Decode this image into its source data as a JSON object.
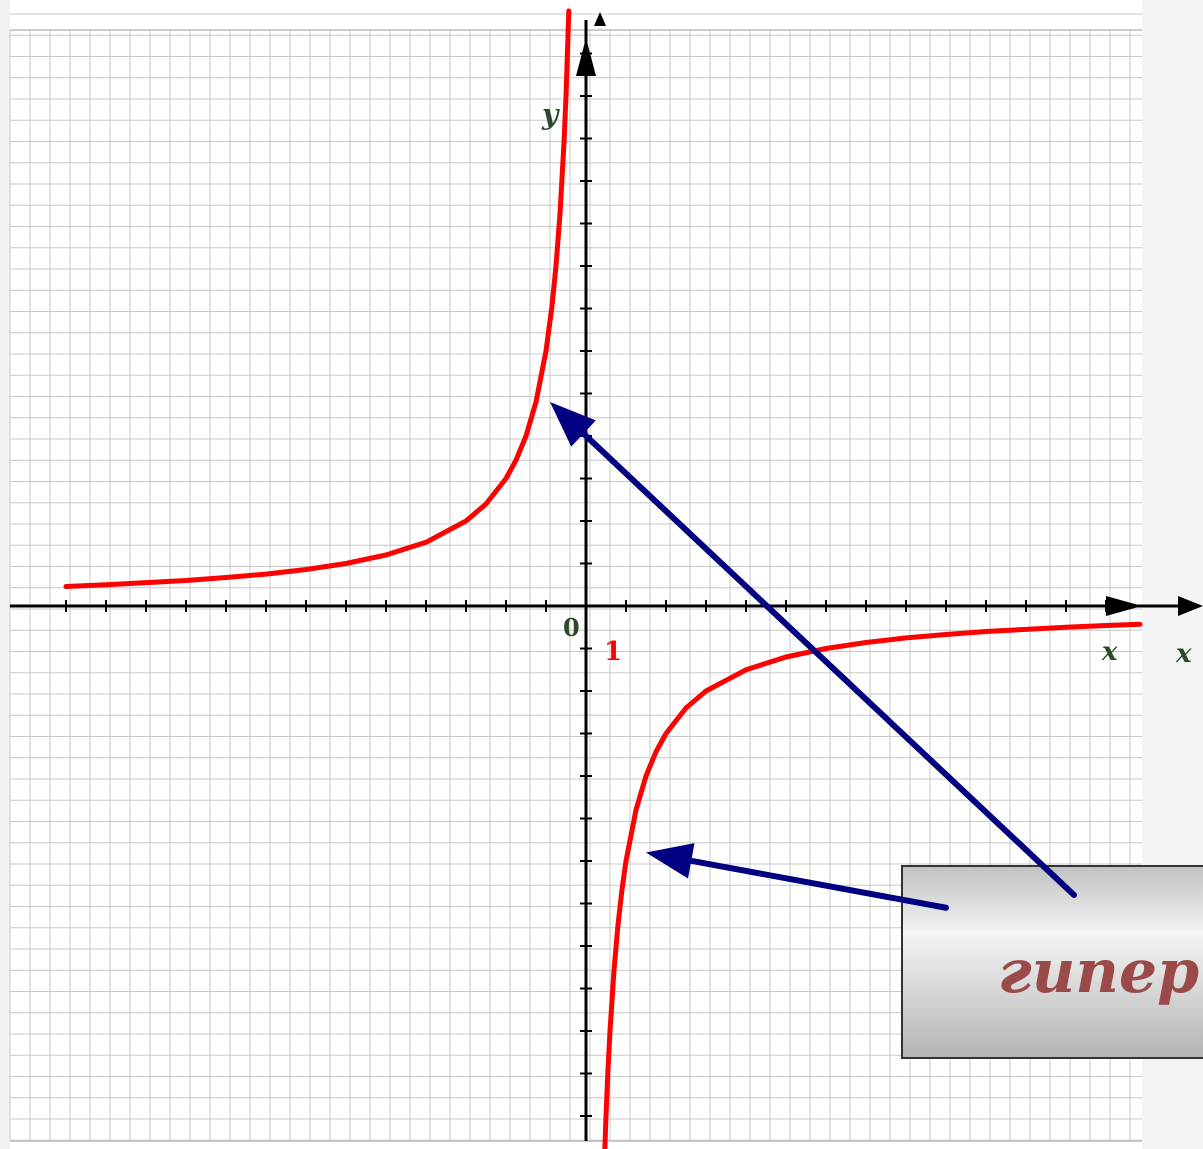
{
  "chart_data": {
    "type": "line",
    "title": "",
    "xlabel": "x",
    "ylabel": "y",
    "origin_label": "0",
    "unit_label": "1",
    "xlim": [
      -13.25,
      13.85
    ],
    "ylim": [
      -12.8,
      14.0
    ],
    "grid": true,
    "series": [
      {
        "color": "#ff0000",
        "points": [
          [
            -13.0,
            0.46
          ],
          [
            -12.0,
            0.5
          ],
          [
            -11.0,
            0.55
          ],
          [
            -10.0,
            0.6
          ],
          [
            -9.0,
            0.67
          ],
          [
            -8.0,
            0.75
          ],
          [
            -7.0,
            0.86
          ],
          [
            -6.0,
            1.0
          ],
          [
            -5.0,
            1.2
          ],
          [
            -4.0,
            1.5
          ],
          [
            -3.0,
            2.0
          ],
          [
            -2.5,
            2.4
          ],
          [
            -2.0,
            3.0
          ],
          [
            -1.75,
            3.43
          ],
          [
            -1.5,
            4.0
          ],
          [
            -1.25,
            4.8
          ],
          [
            -1.0,
            6.0
          ],
          [
            -0.85,
            7.06
          ],
          [
            -0.75,
            8.0
          ],
          [
            -0.65,
            9.23
          ],
          [
            -0.55,
            10.9
          ],
          [
            -0.5,
            12.0
          ],
          [
            -0.43,
            14.0
          ]
        ]
      },
      {
        "color": "#ff0000",
        "points": [
          [
            0.47,
            -12.8
          ],
          [
            0.5,
            -12.0
          ],
          [
            0.55,
            -10.9
          ],
          [
            0.6,
            -10.0
          ],
          [
            0.7,
            -8.57
          ],
          [
            0.8,
            -7.5
          ],
          [
            0.9,
            -6.67
          ],
          [
            1.0,
            -6.0
          ],
          [
            1.25,
            -4.8
          ],
          [
            1.5,
            -4.0
          ],
          [
            1.75,
            -3.43
          ],
          [
            2.0,
            -3.0
          ],
          [
            2.5,
            -2.4
          ],
          [
            3.0,
            -2.0
          ],
          [
            4.0,
            -1.5
          ],
          [
            5.0,
            -1.2
          ],
          [
            6.0,
            -1.0
          ],
          [
            7.0,
            -0.86
          ],
          [
            8.0,
            -0.75
          ],
          [
            9.0,
            -0.67
          ],
          [
            10.0,
            -0.6
          ],
          [
            11.0,
            -0.55
          ],
          [
            12.0,
            -0.5
          ],
          [
            13.0,
            -0.46
          ],
          [
            13.85,
            -0.43
          ]
        ]
      }
    ],
    "annotations": [
      {
        "type": "arrow",
        "from": [
          12.2,
          -6.8
        ],
        "to": [
          -0.9,
          4.8
        ],
        "color": "#000080"
      },
      {
        "type": "arrow",
        "from": [
          9.0,
          -7.1
        ],
        "to": [
          1.5,
          -5.8
        ],
        "color": "#000080"
      }
    ]
  },
  "callout": {
    "text": "гипер",
    "text_color": "#9b4a4a"
  },
  "colors": {
    "curve": "#ff0000",
    "arrow": "#000080",
    "grid": "#c8c8c8",
    "axis": "#000000"
  }
}
